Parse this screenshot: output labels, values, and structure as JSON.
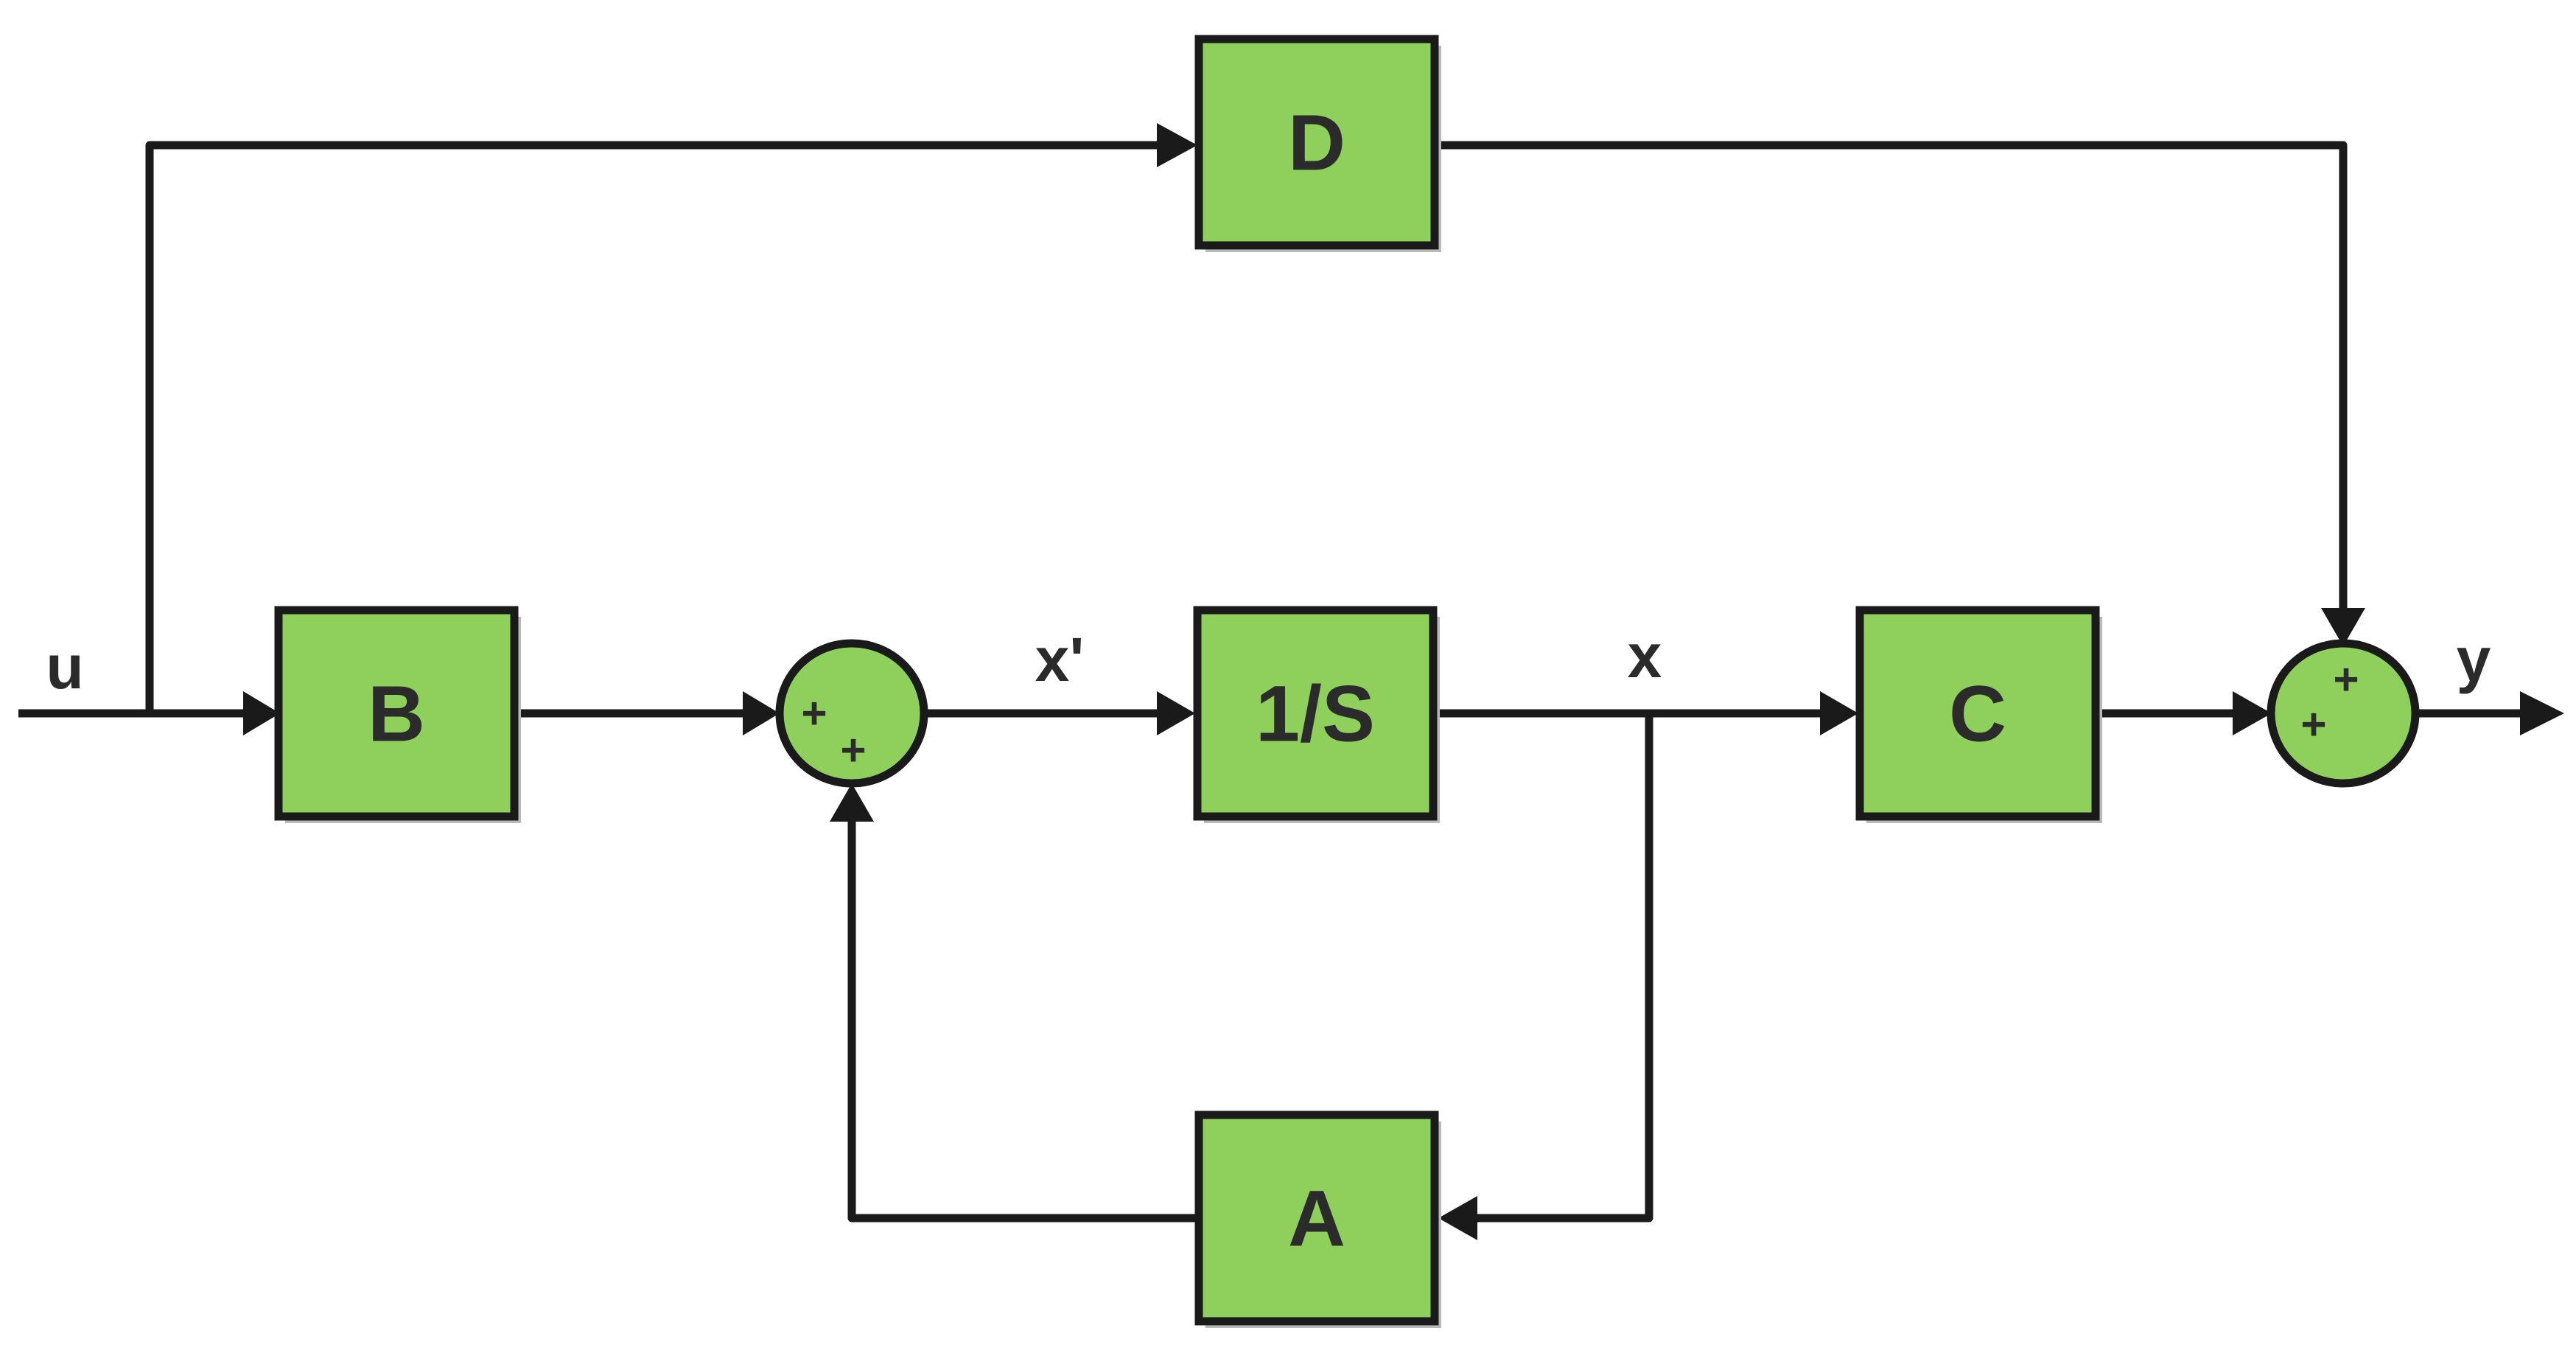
{
  "colors": {
    "block_fill": "#8fd05c",
    "stroke": "#1a1a1a",
    "text": "#2b2b2b"
  },
  "blocks": {
    "d": "D",
    "b": "B",
    "integrator": "1/S",
    "c": "C",
    "a": "A"
  },
  "signals": {
    "input": "u",
    "state_derivative": "x'",
    "state": "x",
    "output": "y"
  },
  "junctions": {
    "sum1": {
      "sign_left": "+",
      "sign_bottom": "+"
    },
    "sum2": {
      "sign_left": "+",
      "sign_top": "+"
    }
  }
}
